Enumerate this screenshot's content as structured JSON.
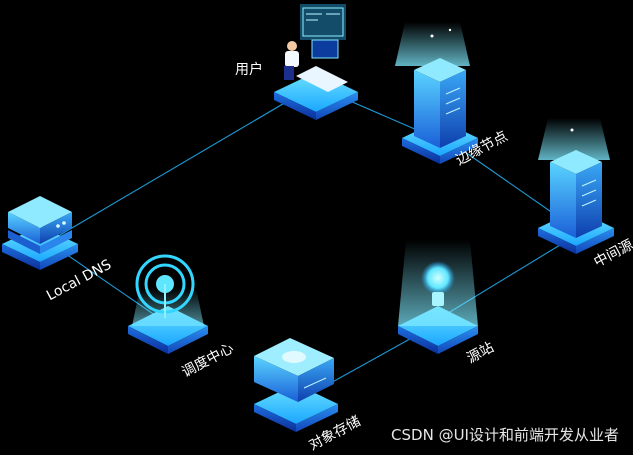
{
  "nodes": {
    "user": {
      "label": "用户"
    },
    "edge": {
      "label": "边缘节点"
    },
    "origin_mid": {
      "label": "中间源"
    },
    "local_dns": {
      "label": "Local DNS"
    },
    "scheduler": {
      "label": "调度中心"
    },
    "storage": {
      "label": "对象存储"
    },
    "origin": {
      "label": "源站"
    }
  },
  "watermark": "CSDN @UI设计和前端开发从业者",
  "colors": {
    "background": "#000000",
    "line": "#1e9ad6",
    "accent": "#27c7ff"
  }
}
